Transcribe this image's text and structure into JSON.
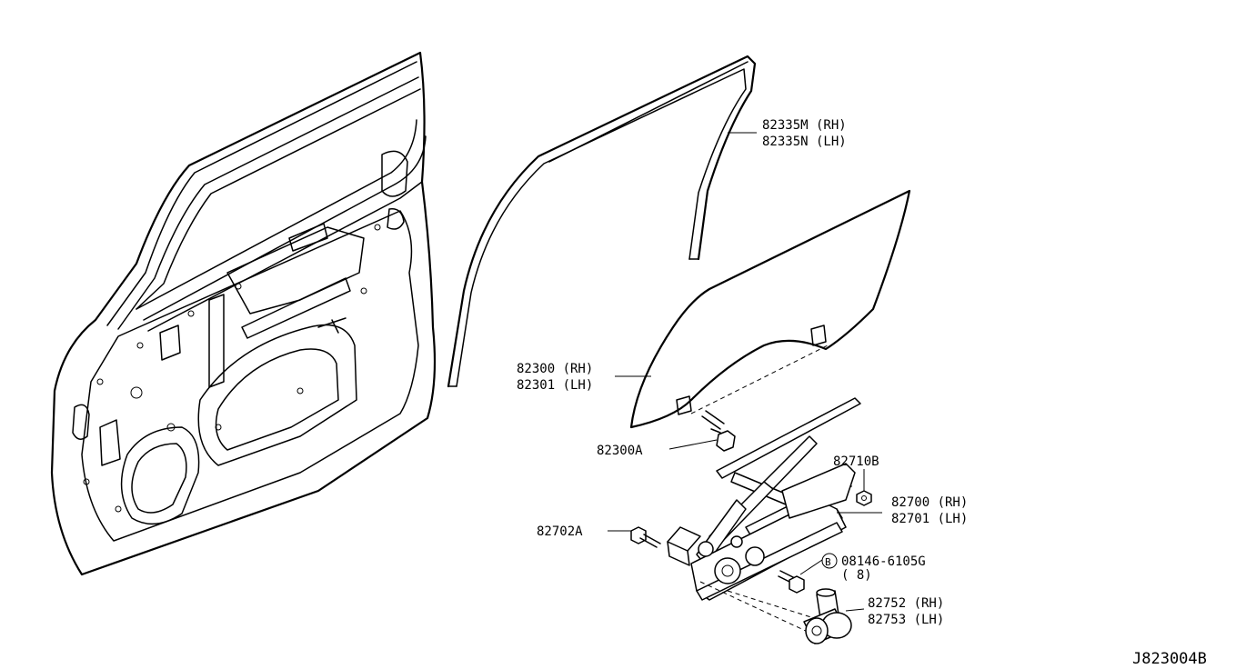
{
  "diagram": {
    "reference_code": "J823004B",
    "parts": [
      {
        "id": "sash-weatherstrip",
        "lines": [
          "82335M (RH)",
          "82335N (LH)"
        ]
      },
      {
        "id": "door-glass",
        "lines": [
          "82300 (RH)",
          "82301 (LH)"
        ]
      },
      {
        "id": "glass-bolt",
        "lines": [
          "82300A"
        ]
      },
      {
        "id": "regulator-nut",
        "lines": [
          "82710B"
        ]
      },
      {
        "id": "window-regulator",
        "lines": [
          "82700 (RH)",
          "82701 (LH)"
        ]
      },
      {
        "id": "regulator-bolt",
        "lines": [
          "82702A"
        ]
      },
      {
        "id": "motor-bolt",
        "lines": [
          "08146-6105G",
          "( 8)"
        ]
      },
      {
        "id": "regulator-motor",
        "lines": [
          "82752 (RH)",
          "82753 (LH)"
        ]
      }
    ]
  }
}
